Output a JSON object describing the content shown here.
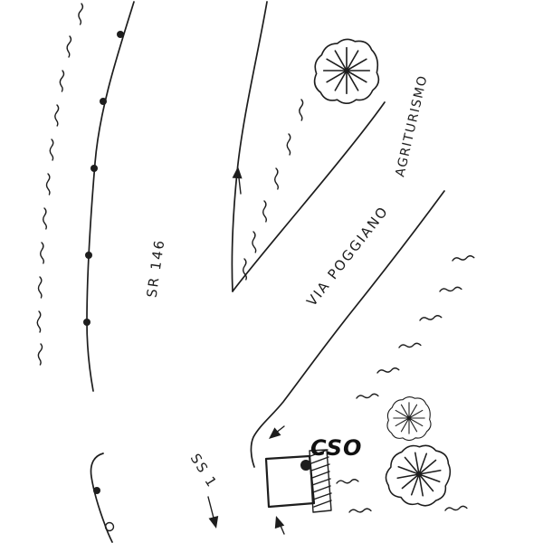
{
  "map": {
    "kind": "hand-drawn-direction-sketch",
    "labels": {
      "sr146": "SR 146",
      "via_poggiano": "VIA POGGIANO",
      "agriturismo": "AGRITURISMO",
      "ss1": "SS 1",
      "cso": "CSO"
    },
    "colors": {
      "ink": "#1d1d1d",
      "paper": "#ffffff"
    },
    "icons": {
      "tree": "scribble-tree-icon",
      "arrow": "filled-arrowhead-icon",
      "waypoint": "black-dot",
      "hatch": "roadside-squiggle-tick"
    }
  }
}
